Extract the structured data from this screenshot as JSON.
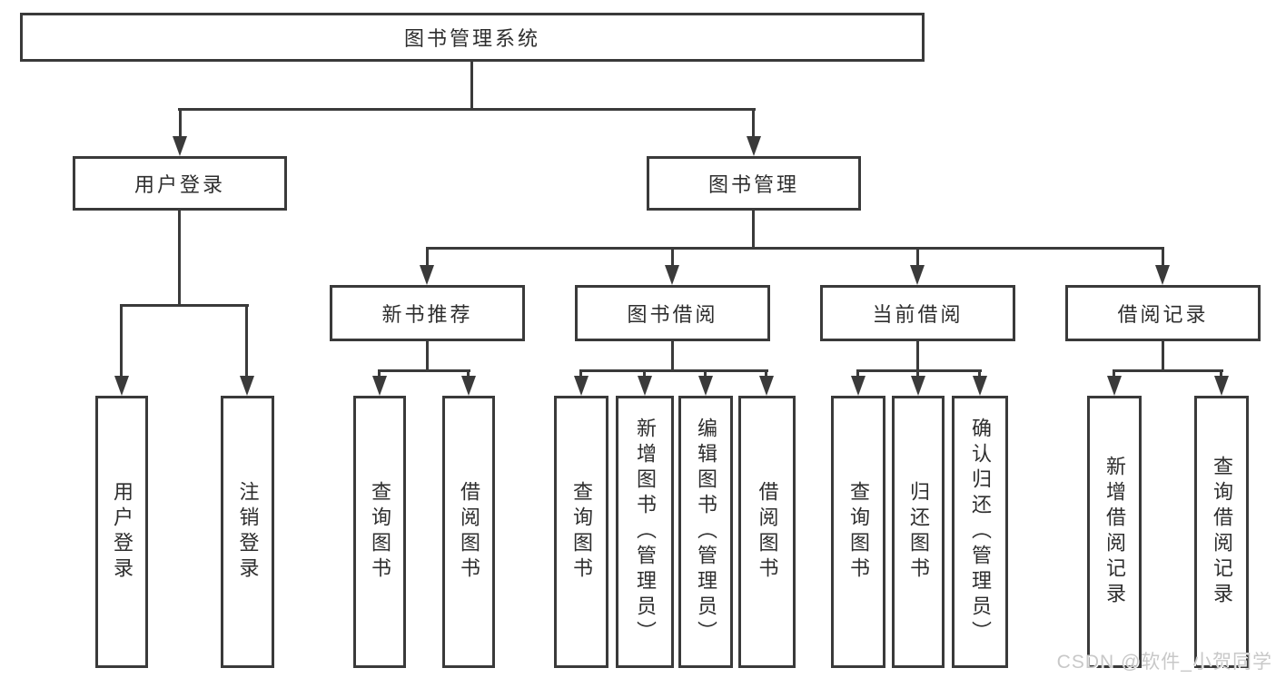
{
  "diagram": {
    "root": {
      "label": "图书管理系统"
    },
    "branches": [
      {
        "label": "用户登录",
        "children": [
          {
            "label": "用户登录"
          },
          {
            "label": "注销登录"
          }
        ]
      },
      {
        "label": "图书管理",
        "children": [
          {
            "label": "新书推荐",
            "children": [
              {
                "label": "查询图书"
              },
              {
                "label": "借阅图书"
              }
            ]
          },
          {
            "label": "图书借阅",
            "children": [
              {
                "label": "查询图书"
              },
              {
                "label": "新增图书（管理员）"
              },
              {
                "label": "编辑图书（管理员）"
              },
              {
                "label": "借阅图书"
              }
            ]
          },
          {
            "label": "当前借阅",
            "children": [
              {
                "label": "查询图书"
              },
              {
                "label": "归还图书"
              },
              {
                "label": "确认归还（管理员）"
              }
            ]
          },
          {
            "label": "借阅记录",
            "children": [
              {
                "label": "新增借阅记录"
              },
              {
                "label": "查询借阅记录"
              }
            ]
          }
        ]
      }
    ]
  },
  "watermark": {
    "text": "CSDN @软件_小贺同学"
  },
  "colors": {
    "line": "#3a3a3a",
    "text": "#2e2e2e",
    "watermark": "#c8c8c8",
    "background": "#ffffff"
  }
}
